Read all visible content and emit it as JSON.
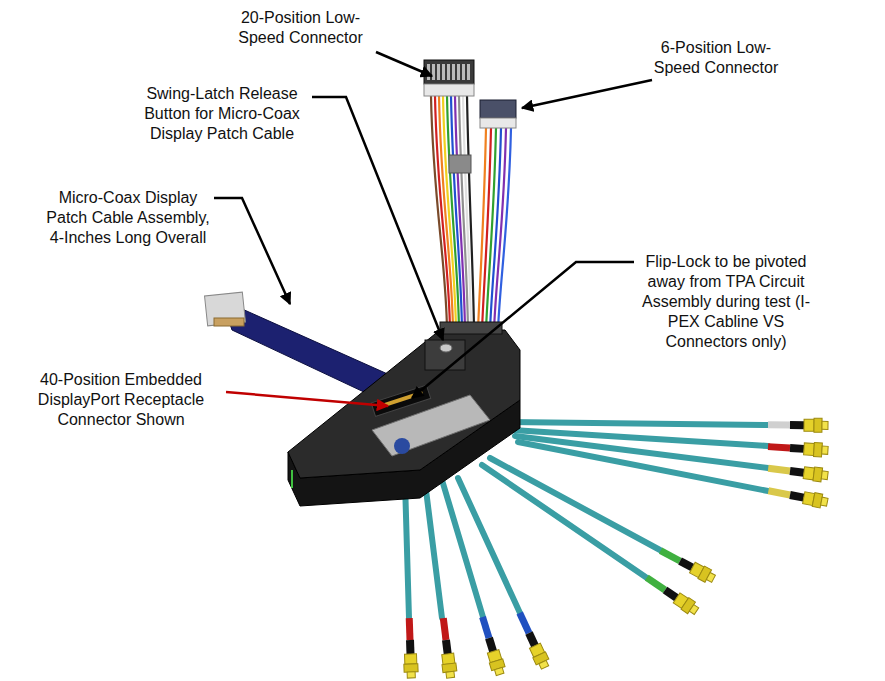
{
  "diagram": {
    "labels": [
      "20-Position Low- Speed Connector",
      "6-Position Low- Speed Connector",
      "Swing-Latch Release Button for Micro-Coax Display Patch Cable",
      "Micro-Coax Display Patch Cable Assembly, 4-Inches Long Overall",
      "Flip-Lock to be pivoted away from TPA Circuit Assembly during test (I-PEX Cabline VS Connectors only)",
      "40-Position Embedded DisplayPort Receptacle Connector Shown"
    ]
  }
}
